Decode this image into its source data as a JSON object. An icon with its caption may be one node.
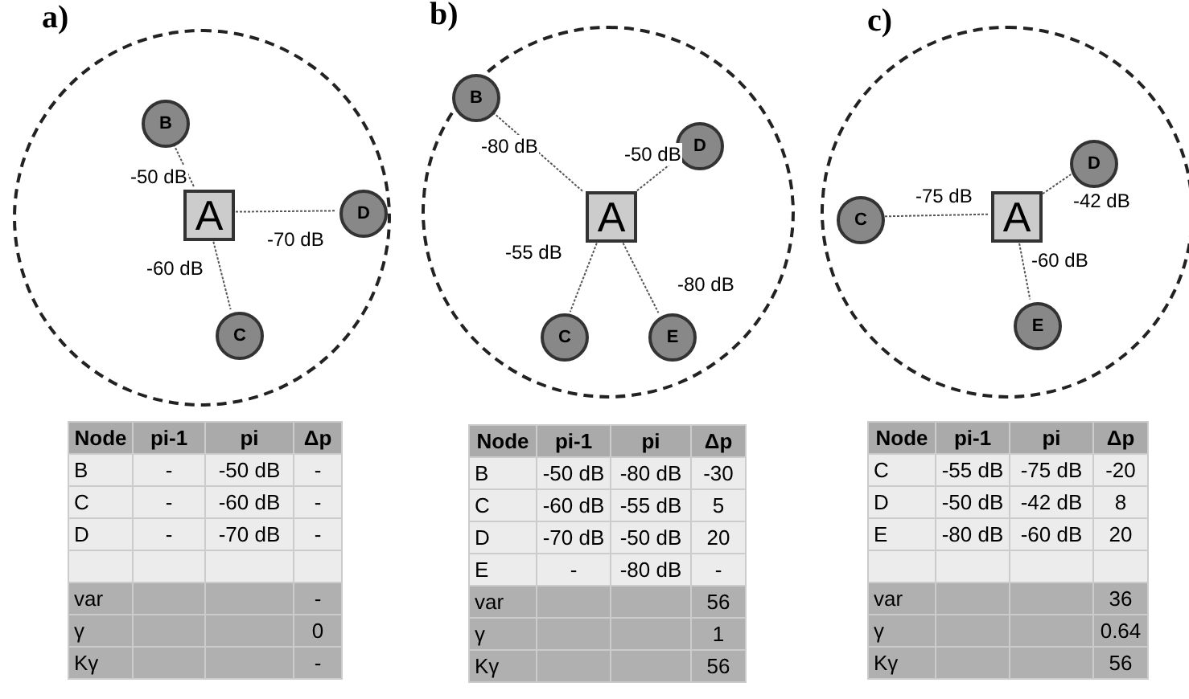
{
  "diagram": {
    "nodes": [
      {
        "text": [
          "a)"
        ]
      },
      {
        "text": [
          "B"
        ],
        "in": 0
      },
      {
        "text": [
          "A"
        ],
        "in": 0
      },
      {
        "text": [
          "D"
        ],
        "in": 0
      },
      {
        "text": [
          "C"
        ],
        "in": 0
      },
      {
        "text": [
          "b)"
        ]
      },
      {
        "text": [
          "B"
        ],
        "in": 5
      },
      {
        "text": [
          "D"
        ],
        "in": 5
      },
      {
        "text": [
          "A"
        ],
        "in": 5
      },
      {
        "text": [
          "C"
        ],
        "in": 5
      },
      {
        "text": [
          "E"
        ],
        "in": 5
      },
      {
        "text": [
          "c)"
        ]
      },
      {
        "text": [
          "D"
        ],
        "in": 11
      },
      {
        "text": [
          "C"
        ],
        "in": 11
      },
      {
        "text": [
          "A"
        ],
        "in": 11
      },
      {
        "text": [
          "E"
        ],
        "in": 11
      }
    ],
    "edges": [
      {
        "from": 2,
        "to": 1,
        "arrow": "none",
        "label": "-50 dB"
      },
      {
        "from": 2,
        "to": 3,
        "arrow": "none",
        "label": "-70 dB"
      },
      {
        "from": 2,
        "to": 4,
        "arrow": "none",
        "label": "-60 dB"
      },
      {
        "from": 8,
        "to": 6,
        "arrow": "none",
        "label": "-80 dB"
      },
      {
        "from": 8,
        "to": 7,
        "arrow": "none",
        "label": "-50 dB"
      },
      {
        "from": 8,
        "to": 9,
        "arrow": "none",
        "label": "-55 dB"
      },
      {
        "from": 8,
        "to": 10,
        "arrow": "none",
        "label": "-80 dB"
      },
      {
        "from": 14,
        "to": 13,
        "arrow": "none",
        "label": "-75 dB"
      },
      {
        "from": 14,
        "to": 12,
        "arrow": "none",
        "label": "-42 dB"
      },
      {
        "from": 14,
        "to": 15,
        "arrow": "none",
        "label": "-60 dB"
      }
    ],
    "labels": [
      "Node",
      "pi-1",
      "pi",
      "Δp",
      "B",
      "-",
      "-50 dB",
      "-",
      "C",
      "-",
      "-60 dB",
      "-",
      "D",
      "-",
      "-70 dB",
      "-",
      "var",
      "-",
      "γ",
      "0",
      "Kγ",
      "-",
      "Node",
      "pi-1",
      "pi",
      "Δp",
      "B",
      "-50 dB",
      "-80 dB",
      "-30",
      "C",
      "-60 dB",
      "-55 dB",
      "5",
      "D",
      "-70 dB",
      "-50 dB",
      "20",
      "E",
      "-",
      "-80 dB",
      "-",
      "var",
      "56",
      "γ",
      "1",
      "Kγ",
      "56",
      "Node",
      "pi-1",
      "pi",
      "Δp",
      "C",
      "-55 dB",
      "-75 dB",
      "-20",
      "D",
      "-50 dB",
      "-42 dB",
      "8",
      "E",
      "-80 dB",
      "-60 dB",
      "20",
      "var",
      "36",
      "γ",
      "0.64",
      "Kγ",
      "56"
    ]
  }
}
